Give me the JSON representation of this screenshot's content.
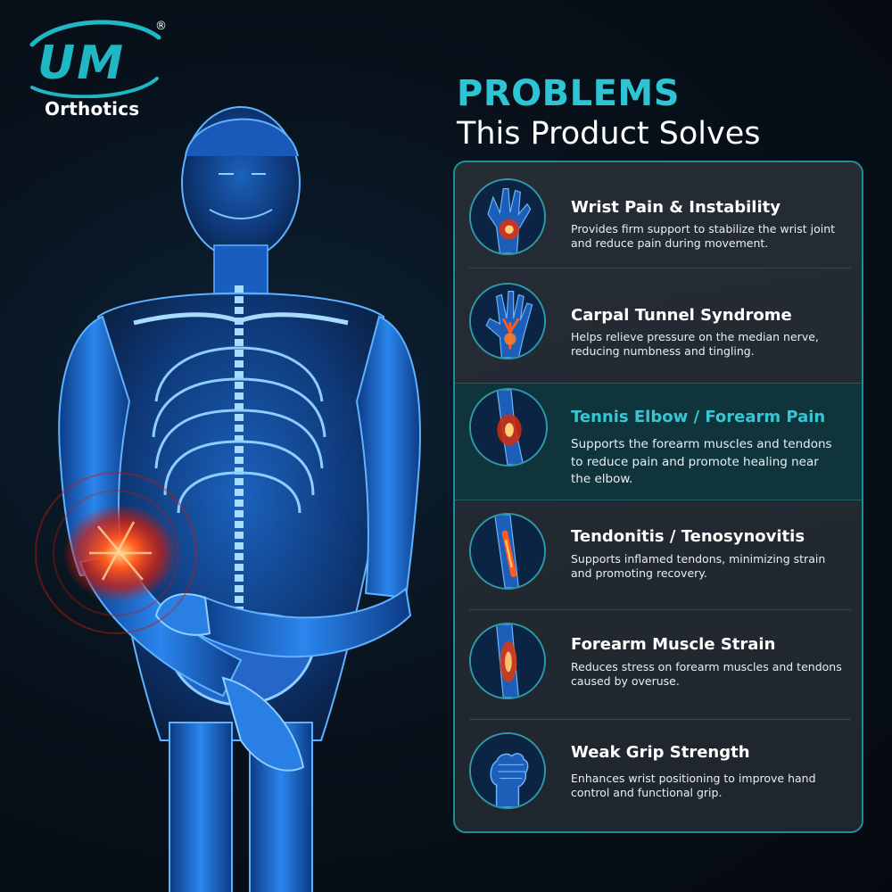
{
  "brand": {
    "logo_text": "UM",
    "sub_text": "Orthotics",
    "registered_mark": "®",
    "color": "#1fb7c4"
  },
  "heading": {
    "line1": "PROBLEMS",
    "line2": "This Product Solves",
    "accent_color": "#2ec4d3"
  },
  "problems": [
    {
      "title": "Wrist Pain & Instability",
      "description": "Provides firm support to stabilize the wrist joint and reduce pain during movement.",
      "icon": "wrist-icon",
      "highlighted": false
    },
    {
      "title": "Carpal Tunnel Syndrome",
      "description": "Helps relieve pressure on the median nerve, reducing numbness and tingling.",
      "icon": "hand-icon",
      "highlighted": false
    },
    {
      "title": "Tennis Elbow / Forearm Pain",
      "description": "Supports the forearm muscles and tendons to reduce pain and promote healing near the elbow.",
      "icon": "elbow-icon",
      "highlighted": true
    },
    {
      "title": "Tendonitis / Tenosynovitis",
      "description": "Supports inflamed tendons, minimizing strain and promoting recovery.",
      "icon": "tendon-icon",
      "highlighted": false
    },
    {
      "title": "Forearm Muscle Strain",
      "description": "Reduces stress on forearm muscles and tendons caused by overuse.",
      "icon": "forearm-icon",
      "highlighted": false
    },
    {
      "title": "Weak Grip Strength",
      "description": "Enhances wrist positioning to improve hand control and functional grip.",
      "icon": "fist-icon",
      "highlighted": false
    }
  ]
}
